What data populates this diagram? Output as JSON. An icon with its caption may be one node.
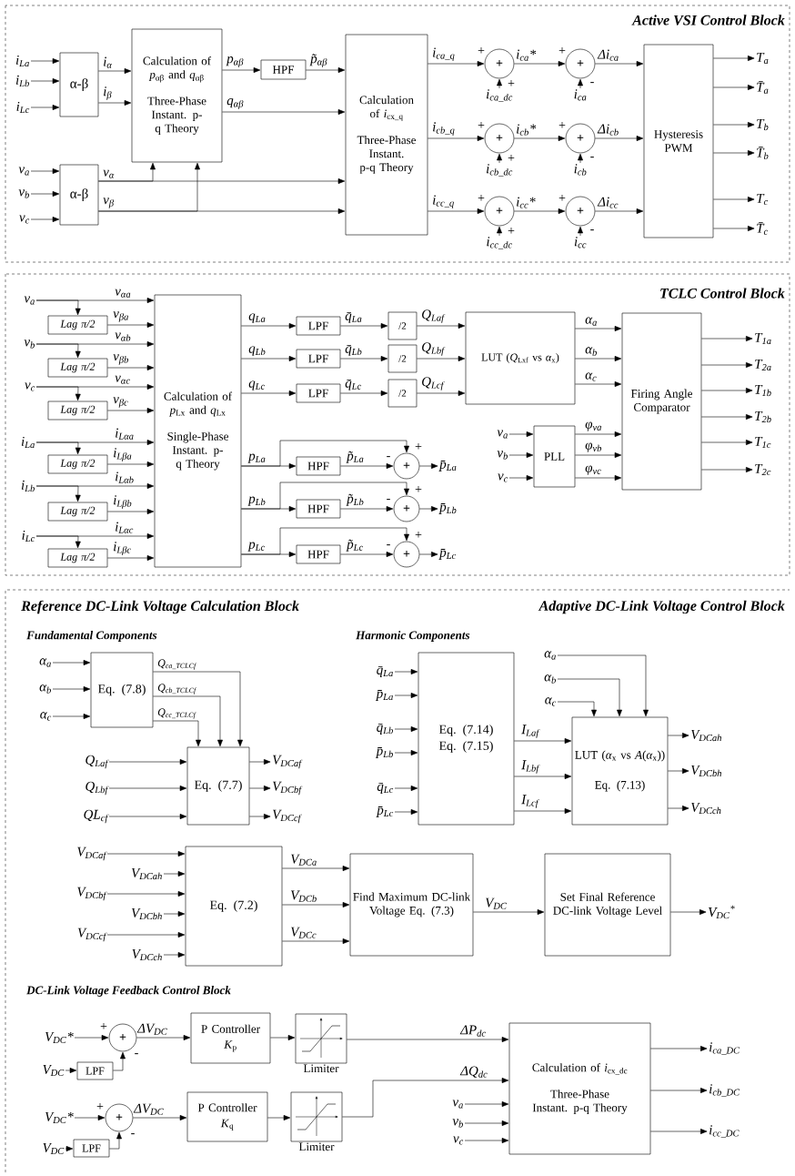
{
  "diagram": {
    "nodes": [
      {
        "text": [
          "Active VSI Control Block"
        ]
      },
      {
        "text": [
          "i$_{La}$"
        ],
        "in": 0
      },
      {
        "text": [
          "i$_{Lb}$"
        ],
        "in": 0
      },
      {
        "text": [
          "i$_{Lc}$"
        ],
        "in": 0
      },
      {
        "text": [
          "α-β"
        ],
        "in": 0
      },
      {
        "text": [
          "v$_{a}$"
        ],
        "in": 0
      },
      {
        "text": [
          "v$_{b}$"
        ],
        "in": 0
      },
      {
        "text": [
          "v$_{c}$"
        ],
        "in": 0
      },
      {
        "text": [
          "α-β"
        ],
        "in": 0
      },
      {
        "text": [
          "Calculation of *p*$_{αβ}$ and *q*$_{αβ}$",
          "Three-Phase Instant. p-q Theory"
        ],
        "in": 0
      },
      {
        "text": [
          "HPF"
        ],
        "in": 0
      },
      {
        "text": [
          "Calculation of *i*$_{cx_q}$",
          "Three-Phase Instant. p-q Theory"
        ],
        "in": 0
      },
      {
        "text": [
          "+"
        ],
        "in": 0
      },
      {
        "text": [
          "+"
        ],
        "in": 0
      },
      {
        "text": [
          "+"
        ],
        "in": 0
      },
      {
        "text": [
          "+"
        ],
        "in": 0
      },
      {
        "text": [
          "+"
        ],
        "in": 0
      },
      {
        "text": [
          "+"
        ],
        "in": 0
      },
      {
        "text": [
          "i$_{ca_dc}$"
        ],
        "in": 0
      },
      {
        "text": [
          "i$_{ca}$"
        ],
        "in": 0
      },
      {
        "text": [
          "i$_{cb_dc}$"
        ],
        "in": 0
      },
      {
        "text": [
          "i$_{cb}$"
        ],
        "in": 0
      },
      {
        "text": [
          "i$_{cc_dc}$"
        ],
        "in": 0
      },
      {
        "text": [
          "i$_{cc}$"
        ],
        "in": 0
      },
      {
        "text": [
          "Hysteresis PWM"
        ],
        "in": 0
      },
      {
        "text": [
          "T$_{a}$"
        ],
        "in": 0
      },
      {
        "text": [
          "T̄$_{a}$"
        ],
        "in": 0
      },
      {
        "text": [
          "T$_{b}$"
        ],
        "in": 0
      },
      {
        "text": [
          "T̄$_{b}$"
        ],
        "in": 0
      },
      {
        "text": [
          "T$_{c}$"
        ],
        "in": 0
      },
      {
        "text": [
          "T̄$_{c}$"
        ],
        "in": 0
      },
      {
        "text": [
          "TCLC Control Block"
        ]
      },
      {
        "text": [
          "v$_{a}$"
        ],
        "in": 31
      },
      {
        "text": [
          "Lag π/2"
        ],
        "in": 31
      },
      {
        "text": [
          "v$_{b}$"
        ],
        "in": 31
      },
      {
        "text": [
          "Lag π/2"
        ],
        "in": 31
      },
      {
        "text": [
          "v$_{c}$"
        ],
        "in": 31
      },
      {
        "text": [
          "Lag π/2"
        ],
        "in": 31
      },
      {
        "text": [
          "i$_{La}$"
        ],
        "in": 31
      },
      {
        "text": [
          "Lag π/2"
        ],
        "in": 31
      },
      {
        "text": [
          "i$_{Lb}$"
        ],
        "in": 31
      },
      {
        "text": [
          "Lag π/2"
        ],
        "in": 31
      },
      {
        "text": [
          "i$_{Lc}$"
        ],
        "in": 31
      },
      {
        "text": [
          "Lag π/2"
        ],
        "in": 31
      },
      {
        "text": [
          "Calculation of *p*$_{Lx}$ and *q*$_{Lx}$",
          "Single-Phase Instant. p-q Theory"
        ],
        "in": 31
      },
      {
        "text": [
          "LPF"
        ],
        "in": 31
      },
      {
        "text": [
          "LPF"
        ],
        "in": 31
      },
      {
        "text": [
          "LPF"
        ],
        "in": 31
      },
      {
        "text": [
          "/2"
        ],
        "in": 31
      },
      {
        "text": [
          "/2"
        ],
        "in": 31
      },
      {
        "text": [
          "/2"
        ],
        "in": 31
      },
      {
        "text": [
          "LUT (*Q*$_{Lxf}$ vs *α*$_{x}$)"
        ],
        "in": 31
      },
      {
        "text": [
          "Firing Angle Comparator"
        ],
        "in": 31
      },
      {
        "text": [
          "T$_{1a}$"
        ],
        "in": 31
      },
      {
        "text": [
          "T$_{2a}$"
        ],
        "in": 31
      },
      {
        "text": [
          "T$_{1b}$"
        ],
        "in": 31
      },
      {
        "text": [
          "T$_{2b}$"
        ],
        "in": 31
      },
      {
        "text": [
          "T$_{1c}$"
        ],
        "in": 31
      },
      {
        "text": [
          "T$_{2c}$"
        ],
        "in": 31
      },
      {
        "text": [
          "v$_{a}$"
        ],
        "in": 31
      },
      {
        "text": [
          "v$_{b}$"
        ],
        "in": 31
      },
      {
        "text": [
          "v$_{c}$"
        ],
        "in": 31
      },
      {
        "text": [
          "PLL"
        ],
        "in": 31
      },
      {
        "text": [
          "HPF"
        ],
        "in": 31
      },
      {
        "text": [
          "+"
        ],
        "in": 31
      },
      {
        "text": [
          "p̄$_{La}$"
        ],
        "in": 31
      },
      {
        "text": [
          "HPF"
        ],
        "in": 31
      },
      {
        "text": [
          "+"
        ],
        "in": 31
      },
      {
        "text": [
          "p̄$_{Lb}$"
        ],
        "in": 31
      },
      {
        "text": [
          "HPF"
        ],
        "in": 31
      },
      {
        "text": [
          "+"
        ],
        "in": 31
      },
      {
        "text": [
          "p̄$_{Lc}$"
        ],
        "in": 31
      },
      {
        "text": [
          "Reference DC-Link Voltage Calculation Block",
          "Adaptive DC-Link Voltage Control Block"
        ]
      },
      {
        "text": [
          "α$_{a}$"
        ],
        "in": 72
      },
      {
        "text": [
          "α$_{b}$"
        ],
        "in": 72
      },
      {
        "text": [
          "α$_{c}$"
        ],
        "in": 72
      },
      {
        "text": [
          "Eq. (7.8)"
        ],
        "in": 72
      },
      {
        "text": [
          "Q$_{Laf}$"
        ],
        "in": 72
      },
      {
        "text": [
          "Q$_{Lbf}$"
        ],
        "in": 72
      },
      {
        "text": [
          "QL$_{cf}$"
        ],
        "in": 72
      },
      {
        "text": [
          "Eq. (7.7)"
        ],
        "in": 72
      },
      {
        "text": [
          "V$_{DCaf}$"
        ],
        "in": 72
      },
      {
        "text": [
          "V$_{DCbf}$"
        ],
        "in": 72
      },
      {
        "text": [
          "V$_{DCcf}$"
        ],
        "in": 72
      },
      {
        "text": [
          "q̄$_{La}$"
        ],
        "in": 72
      },
      {
        "text": [
          "p̄$_{La}$"
        ],
        "in": 72
      },
      {
        "text": [
          "q̄$_{Lb}$"
        ],
        "in": 72
      },
      {
        "text": [
          "p̄$_{Lb}$"
        ],
        "in": 72
      },
      {
        "text": [
          "q̄$_{Lc}$"
        ],
        "in": 72
      },
      {
        "text": [
          "p̄$_{Lc}$"
        ],
        "in": 72
      },
      {
        "text": [
          "Eq. (7.14)",
          "Eq. (7.15)"
        ],
        "in": 72
      },
      {
        "text": [
          "α$_{a}$"
        ],
        "in": 72
      },
      {
        "text": [
          "α$_{b}$"
        ],
        "in": 72
      },
      {
        "text": [
          "α$_{c}$"
        ],
        "in": 72
      },
      {
        "text": [
          "LUT (*α*$_{x}$ vs *A*(*α*$_{x}$))",
          "Eq. (7.13)"
        ],
        "in": 72
      },
      {
        "text": [
          "V$_{DCah}$"
        ],
        "in": 72
      },
      {
        "text": [
          "V$_{DCbh}$"
        ],
        "in": 72
      },
      {
        "text": [
          "V$_{DCch}$"
        ],
        "in": 72
      },
      {
        "text": [
          "V$_{DCaf}$"
        ],
        "in": 72
      },
      {
        "text": [
          "V$_{DCah}$"
        ],
        "in": 72
      },
      {
        "text": [
          "V$_{DCbf}$"
        ],
        "in": 72
      },
      {
        "text": [
          "V$_{DCbh}$"
        ],
        "in": 72
      },
      {
        "text": [
          "V$_{DCcf}$"
        ],
        "in": 72
      },
      {
        "text": [
          "V$_{DCch}$"
        ],
        "in": 72
      },
      {
        "text": [
          "Eq. (7.2)"
        ],
        "in": 72
      },
      {
        "text": [
          "Find Maximum DC-link Voltage Eq. (7.3)"
        ],
        "in": 72
      },
      {
        "text": [
          "Set Final Reference DC-link Voltage Level"
        ],
        "in": 72
      },
      {
        "text": [
          "V$_{DC}$$^{*}$"
        ],
        "in": 72
      },
      {
        "text": [
          "V$_{DC}$*"
        ],
        "in": 72
      },
      {
        "text": [
          "V$_{DC}$"
        ],
        "in": 72
      },
      {
        "text": [
          "LPF"
        ],
        "in": 72
      },
      {
        "text": [
          "+"
        ],
        "in": 72
      },
      {
        "text": [
          "P Controller",
          "*K*$_{p}$"
        ],
        "in": 72
      },
      {
        "text": [
          "Limiter"
        ],
        "in": 72
      },
      {
        "text": [
          "V$_{DC}$*"
        ],
        "in": 72
      },
      {
        "text": [
          "V$_{DC}$"
        ],
        "in": 72
      },
      {
        "text": [
          "LPF"
        ],
        "in": 72
      },
      {
        "text": [
          "+"
        ],
        "in": 72
      },
      {
        "text": [
          "P Controller",
          "*K*$_{q}$"
        ],
        "in": 72
      },
      {
        "text": [
          "Limiter"
        ],
        "in": 72
      },
      {
        "text": [
          "v$_{a}$"
        ],
        "in": 72
      },
      {
        "text": [
          "v$_{b}$"
        ],
        "in": 72
      },
      {
        "text": [
          "v$_{c}$"
        ],
        "in": 72
      },
      {
        "text": [
          "Calculation of *i*$_{cx_dc}$",
          "Three-Phase Instant. p-q Theory"
        ],
        "in": 72
      },
      {
        "text": [
          "i$_{ca_DC}$"
        ],
        "in": 72
      },
      {
        "text": [
          "i$_{cb_DC}$"
        ],
        "in": 72
      },
      {
        "text": [
          "i$_{cc_DC}$"
        ],
        "in": 72
      }
    ],
    "edges": [
      {
        "from": 1,
        "to": 4,
        "arrow": "to"
      },
      {
        "from": 2,
        "to": 4,
        "arrow": "to"
      },
      {
        "from": 3,
        "to": 4,
        "arrow": "to"
      },
      {
        "from": 5,
        "to": 8,
        "arrow": "to"
      },
      {
        "from": 6,
        "to": 8,
        "arrow": "to"
      },
      {
        "from": 7,
        "to": 8,
        "arrow": "to"
      },
      {
        "from": 4,
        "to": 9,
        "arrow": "to",
        "label": "i$_{α}$"
      },
      {
        "from": 4,
        "to": 9,
        "arrow": "to",
        "label": "i$_{β}$"
      },
      {
        "from": 8,
        "to": 11,
        "arrow": "to",
        "label": "v$_{α}$"
      },
      {
        "from": 8,
        "to": 11,
        "arrow": "to",
        "label": "v$_{β}$"
      },
      {
        "from": 8,
        "to": 9,
        "arrow": "to"
      },
      {
        "from": 8,
        "to": 9,
        "arrow": "to"
      },
      {
        "from": 9,
        "to": 10,
        "arrow": "to",
        "label": "p$_{αβ}$"
      },
      {
        "from": 10,
        "to": 11,
        "arrow": "to",
        "label": "p̃$_{αβ}$"
      },
      {
        "from": 9,
        "to": 11,
        "arrow": "to",
        "label": "q$_{αβ}$"
      },
      {
        "from": 11,
        "to": 12,
        "arrow": "to",
        "label": "i$_{ca_q}$"
      },
      {
        "from": 11,
        "to": 14,
        "arrow": "to",
        "label": "i$_{cb_q}$"
      },
      {
        "from": 11,
        "to": 16,
        "arrow": "to",
        "label": "i$_{cc_q}$"
      },
      {
        "from": 12,
        "to": 13,
        "arrow": "to",
        "label": "i$_{ca}$*"
      },
      {
        "from": 14,
        "to": 15,
        "arrow": "to",
        "label": "i$_{cb}$*"
      },
      {
        "from": 16,
        "to": 17,
        "arrow": "to",
        "label": "i$_{cc}$*"
      },
      {
        "from": 18,
        "to": 12,
        "arrow": "to"
      },
      {
        "from": 19,
        "to": 13,
        "arrow": "to"
      },
      {
        "from": 20,
        "to": 14,
        "arrow": "to"
      },
      {
        "from": 21,
        "to": 15,
        "arrow": "to"
      },
      {
        "from": 22,
        "to": 16,
        "arrow": "to"
      },
      {
        "from": 23,
        "to": 17,
        "arrow": "to"
      },
      {
        "from": 13,
        "to": 24,
        "arrow": "to",
        "label": "Δi$_{ca}$"
      },
      {
        "from": 15,
        "to": 24,
        "arrow": "to",
        "label": "Δi$_{cb}$"
      },
      {
        "from": 17,
        "to": 24,
        "arrow": "to",
        "label": "Δi$_{cc}$"
      },
      {
        "from": 24,
        "to": 25,
        "arrow": "to"
      },
      {
        "from": 24,
        "to": 26,
        "arrow": "to"
      },
      {
        "from": 24,
        "to": 27,
        "arrow": "to"
      },
      {
        "from": 24,
        "to": 28,
        "arrow": "to"
      },
      {
        "from": 24,
        "to": 29,
        "arrow": "to"
      },
      {
        "from": 24,
        "to": 30,
        "arrow": "to"
      },
      {
        "from": 32,
        "to": 44,
        "arrow": "to",
        "label": "v$_{αa}$"
      },
      {
        "from": 32,
        "to": 33,
        "arrow": "to"
      },
      {
        "from": 33,
        "to": 44,
        "arrow": "to",
        "label": "v$_{βa}$"
      },
      {
        "from": 34,
        "to": 44,
        "arrow": "to",
        "label": "v$_{αb}$"
      },
      {
        "from": 34,
        "to": 35,
        "arrow": "to"
      },
      {
        "from": 35,
        "to": 44,
        "arrow": "to",
        "label": "v$_{βb}$"
      },
      {
        "from": 36,
        "to": 44,
        "arrow": "to",
        "label": "v$_{αc}$"
      },
      {
        "from": 36,
        "to": 37,
        "arrow": "to"
      },
      {
        "from": 37,
        "to": 44,
        "arrow": "to",
        "label": "v$_{βc}$"
      },
      {
        "from": 38,
        "to": 44,
        "arrow": "to",
        "label": "i$_{Lαa}$"
      },
      {
        "from": 38,
        "to": 39,
        "arrow": "to"
      },
      {
        "from": 39,
        "to": 44,
        "arrow": "to",
        "label": "i$_{Lβa}$"
      },
      {
        "from": 40,
        "to": 44,
        "arrow": "to",
        "label": "i$_{Lαb}$"
      },
      {
        "from": 40,
        "to": 41,
        "arrow": "to"
      },
      {
        "from": 41,
        "to": 44,
        "arrow": "to",
        "label": "i$_{Lβb}$"
      },
      {
        "from": 42,
        "to": 44,
        "arrow": "to",
        "label": "i$_{Lαc}$"
      },
      {
        "from": 42,
        "to": 43,
        "arrow": "to"
      },
      {
        "from": 43,
        "to": 44,
        "arrow": "to",
        "label": "i$_{Lβc}$"
      },
      {
        "from": 44,
        "to": 45,
        "arrow": "to",
        "label": "q$_{La}$"
      },
      {
        "from": 44,
        "to": 46,
        "arrow": "to",
        "label": "q$_{Lb}$"
      },
      {
        "from": 44,
        "to": 47,
        "arrow": "to",
        "label": "q$_{Lc}$"
      },
      {
        "from": 45,
        "to": 48,
        "arrow": "to",
        "label": "q̄$_{La}$"
      },
      {
        "from": 46,
        "to": 49,
        "arrow": "to",
        "label": "q̄$_{Lb}$"
      },
      {
        "from": 47,
        "to": 50,
        "arrow": "to",
        "label": "q̄$_{Lc}$"
      },
      {
        "from": 48,
        "to": 51,
        "arrow": "to",
        "label": "Q$_{Laf}$"
      },
      {
        "from": 49,
        "to": 51,
        "arrow": "to",
        "label": "Q$_{Lbf}$"
      },
      {
        "from": 50,
        "to": 51,
        "arrow": "to",
        "label": "Q$_{Lcf}$"
      },
      {
        "from": 51,
        "to": 52,
        "arrow": "to",
        "label": "α$_{a}$"
      },
      {
        "from": 51,
        "to": 52,
        "arrow": "to",
        "label": "α$_{b}$"
      },
      {
        "from": 51,
        "to": 52,
        "arrow": "to",
        "label": "α$_{c}$"
      },
      {
        "from": 52,
        "to": 53,
        "arrow": "to"
      },
      {
        "from": 52,
        "to": 54,
        "arrow": "to"
      },
      {
        "from": 52,
        "to": 55,
        "arrow": "to"
      },
      {
        "from": 52,
        "to": 56,
        "arrow": "to"
      },
      {
        "from": 52,
        "to": 57,
        "arrow": "to"
      },
      {
        "from": 52,
        "to": 58,
        "arrow": "to"
      },
      {
        "from": 59,
        "to": 62,
        "arrow": "to"
      },
      {
        "from": 60,
        "to": 62,
        "arrow": "to"
      },
      {
        "from": 61,
        "to": 62,
        "arrow": "to"
      },
      {
        "from": 62,
        "to": 52,
        "arrow": "to",
        "label": "φ$_{va}$"
      },
      {
        "from": 62,
        "to": 52,
        "arrow": "to",
        "label": "φ$_{vb}$"
      },
      {
        "from": 62,
        "to": 52,
        "arrow": "to",
        "label": "φ$_{vc}$"
      },
      {
        "from": 44,
        "to": 63,
        "arrow": "to",
        "label": "p$_{La}$"
      },
      {
        "from": 44,
        "to": 64,
        "arrow": "to"
      },
      {
        "from": 63,
        "to": 64,
        "arrow": "to",
        "label": "p̃$_{La}$"
      },
      {
        "from": 64,
        "to": 65,
        "arrow": "to"
      },
      {
        "from": 44,
        "to": 66,
        "arrow": "to",
        "label": "p$_{Lb}$"
      },
      {
        "from": 44,
        "to": 67,
        "arrow": "to"
      },
      {
        "from": 66,
        "to": 67,
        "arrow": "to",
        "label": "p̃$_{Lb}$"
      },
      {
        "from": 67,
        "to": 68,
        "arrow": "to"
      },
      {
        "from": 44,
        "to": 69,
        "arrow": "to",
        "label": "p$_{Lc}$"
      },
      {
        "from": 44,
        "to": 70,
        "arrow": "to"
      },
      {
        "from": 69,
        "to": 70,
        "arrow": "to",
        "label": "p̃$_{Lc}$"
      },
      {
        "from": 70,
        "to": 71,
        "arrow": "to"
      },
      {
        "from": 73,
        "to": 76,
        "arrow": "to"
      },
      {
        "from": 74,
        "to": 76,
        "arrow": "to"
      },
      {
        "from": 75,
        "to": 76,
        "arrow": "to"
      },
      {
        "from": 76,
        "to": 80,
        "arrow": "to",
        "label": "Q$_{ca_TCLCf}$"
      },
      {
        "from": 76,
        "to": 80,
        "arrow": "to",
        "label": "Q$_{cb_TCLCf}$"
      },
      {
        "from": 76,
        "to": 80,
        "arrow": "to",
        "label": "Q$_{cc_TCLCf}$"
      },
      {
        "from": 77,
        "to": 80,
        "arrow": "to"
      },
      {
        "from": 78,
        "to": 80,
        "arrow": "to"
      },
      {
        "from": 79,
        "to": 80,
        "arrow": "to"
      },
      {
        "from": 80,
        "to": 81,
        "arrow": "to"
      },
      {
        "from": 80,
        "to": 82,
        "arrow": "to"
      },
      {
        "from": 80,
        "to": 83,
        "arrow": "to"
      },
      {
        "from": 84,
        "to": 90,
        "arrow": "to"
      },
      {
        "from": 85,
        "to": 90,
        "arrow": "to"
      },
      {
        "from": 86,
        "to": 90,
        "arrow": "to"
      },
      {
        "from": 87,
        "to": 90,
        "arrow": "to"
      },
      {
        "from": 88,
        "to": 90,
        "arrow": "to"
      },
      {
        "from": 89,
        "to": 90,
        "arrow": "to"
      },
      {
        "from": 90,
        "to": 94,
        "arrow": "to",
        "label": "I$_{Laf}$"
      },
      {
        "from": 90,
        "to": 94,
        "arrow": "to",
        "label": "I$_{Lbf}$"
      },
      {
        "from": 90,
        "to": 94,
        "arrow": "to",
        "label": "I$_{Lcf}$"
      },
      {
        "from": 91,
        "to": 94,
        "arrow": "to"
      },
      {
        "from": 92,
        "to": 94,
        "arrow": "to"
      },
      {
        "from": 93,
        "to": 94,
        "arrow": "to"
      },
      {
        "from": 94,
        "to": 95,
        "arrow": "to"
      },
      {
        "from": 94,
        "to": 96,
        "arrow": "to"
      },
      {
        "from": 94,
        "to": 97,
        "arrow": "to"
      },
      {
        "from": 98,
        "to": 104,
        "arrow": "to"
      },
      {
        "from": 99,
        "to": 104,
        "arrow": "to"
      },
      {
        "from": 100,
        "to": 104,
        "arrow": "to"
      },
      {
        "from": 101,
        "to": 104,
        "arrow": "to"
      },
      {
        "from": 102,
        "to": 104,
        "arrow": "to"
      },
      {
        "from": 103,
        "to": 104,
        "arrow": "to"
      },
      {
        "from": 104,
        "to": 105,
        "arrow": "to",
        "label": "V$_{DCa}$"
      },
      {
        "from": 104,
        "to": 105,
        "arrow": "to",
        "label": "V$_{DCb}$"
      },
      {
        "from": 104,
        "to": 105,
        "arrow": "to",
        "label": "V$_{DCc}$"
      },
      {
        "from": 105,
        "to": 106,
        "arrow": "to",
        "label": "V$_{DC}$"
      },
      {
        "from": 106,
        "to": 107,
        "arrow": "to"
      },
      {
        "from": 108,
        "to": 111,
        "arrow": "to"
      },
      {
        "from": 109,
        "to": 110,
        "arrow": "to"
      },
      {
        "from": 110,
        "to": 111,
        "arrow": "to"
      },
      {
        "from": 111,
        "to": 112,
        "arrow": "to",
        "label": "ΔV$_{DC}$"
      },
      {
        "from": 112,
        "to": 113,
        "arrow": "to"
      },
      {
        "from": 113,
        "to": 123,
        "arrow": "to",
        "label": "ΔP$_{dc}$"
      },
      {
        "from": 114,
        "to": 117,
        "arrow": "to"
      },
      {
        "from": 115,
        "to": 116,
        "arrow": "to"
      },
      {
        "from": 116,
        "to": 117,
        "arrow": "to"
      },
      {
        "from": 117,
        "to": 118,
        "arrow": "to",
        "label": "ΔV$_{DC}$"
      },
      {
        "from": 118,
        "to": 119,
        "arrow": "to"
      },
      {
        "from": 119,
        "to": 123,
        "arrow": "to",
        "label": "ΔQ$_{dc}$"
      },
      {
        "from": 120,
        "to": 123,
        "arrow": "to"
      },
      {
        "from": 121,
        "to": 123,
        "arrow": "to"
      },
      {
        "from": 122,
        "to": 123,
        "arrow": "to"
      },
      {
        "from": 123,
        "to": 124,
        "arrow": "to"
      },
      {
        "from": 123,
        "to": 125,
        "arrow": "to"
      },
      {
        "from": 123,
        "to": 126,
        "arrow": "to"
      }
    ],
    "labels": [
      "+",
      "+",
      "+",
      "-",
      "+",
      "+",
      "+",
      "-",
      "+",
      "+",
      "+",
      "-",
      "+",
      "-",
      "+",
      "-",
      "+",
      "-",
      "Fundamental Components",
      "Harmonic Components",
      "DC-Link Voltage Feedback Control Block",
      "+",
      "-",
      "+",
      "-"
    ]
  }
}
